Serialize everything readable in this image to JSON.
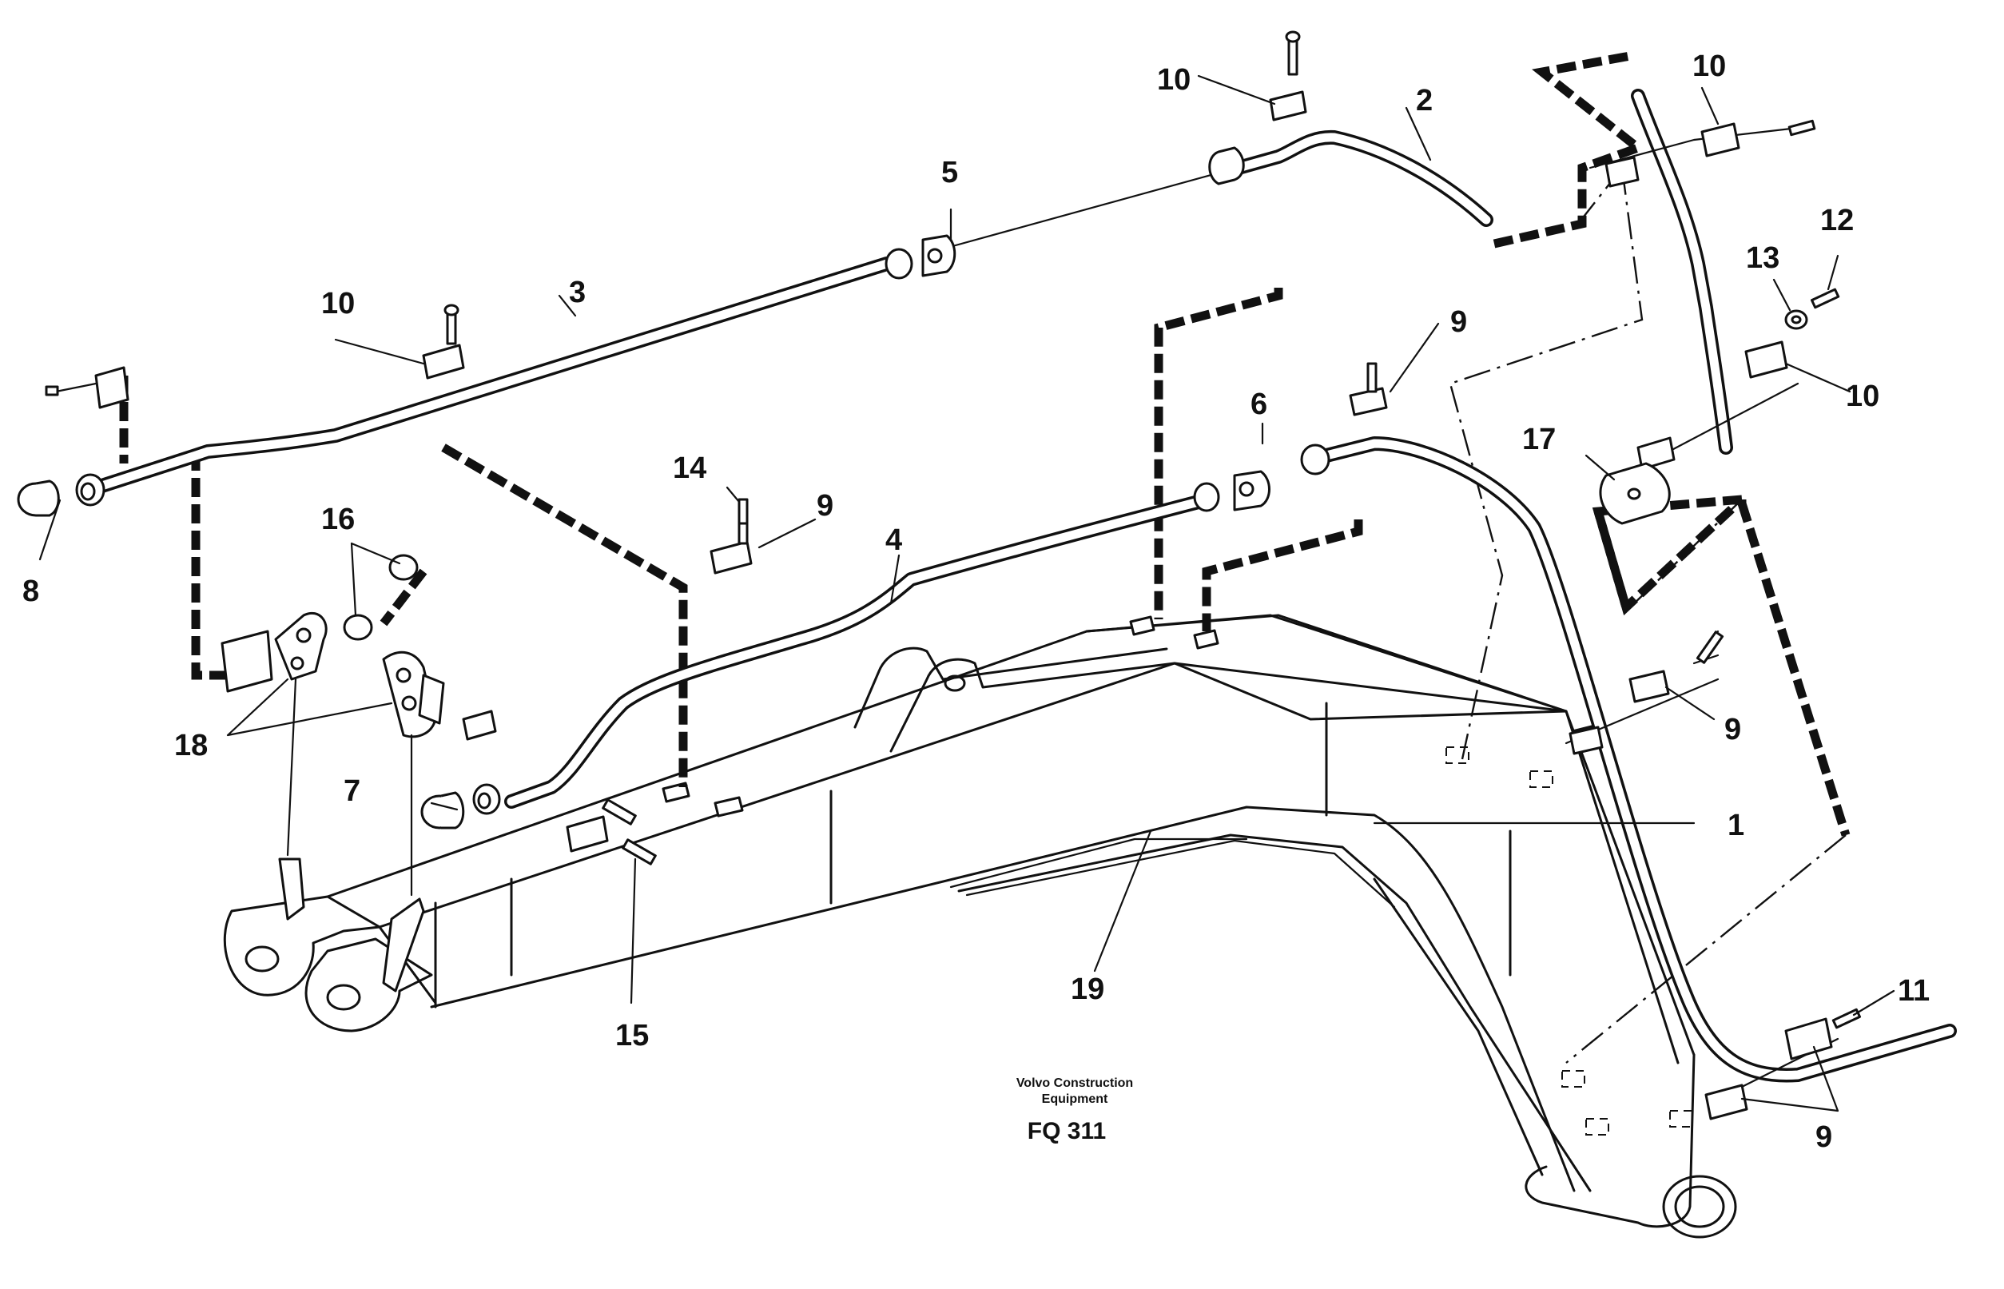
{
  "diagram": {
    "callouts": [
      {
        "id": "c1",
        "label": "1"
      },
      {
        "id": "c2",
        "label": "2"
      },
      {
        "id": "c3",
        "label": "3"
      },
      {
        "id": "c4",
        "label": "4"
      },
      {
        "id": "c5",
        "label": "5"
      },
      {
        "id": "c6",
        "label": "6"
      },
      {
        "id": "c7",
        "label": "7"
      },
      {
        "id": "c8",
        "label": "8"
      },
      {
        "id": "c9a",
        "label": "9"
      },
      {
        "id": "c9b",
        "label": "9"
      },
      {
        "id": "c9c",
        "label": "9"
      },
      {
        "id": "c9d",
        "label": "9"
      },
      {
        "id": "c10a",
        "label": "10"
      },
      {
        "id": "c10b",
        "label": "10"
      },
      {
        "id": "c10c",
        "label": "10"
      },
      {
        "id": "c10d",
        "label": "10"
      },
      {
        "id": "c11",
        "label": "11"
      },
      {
        "id": "c12",
        "label": "12"
      },
      {
        "id": "c13",
        "label": "13"
      },
      {
        "id": "c14",
        "label": "14"
      },
      {
        "id": "c15",
        "label": "15"
      },
      {
        "id": "c16",
        "label": "16"
      },
      {
        "id": "c17",
        "label": "17"
      },
      {
        "id": "c18",
        "label": "18"
      },
      {
        "id": "c19",
        "label": "19"
      }
    ],
    "caption": {
      "company_line1": "Volvo Construction",
      "company_line2": "Equipment",
      "code": "FQ 311"
    }
  }
}
